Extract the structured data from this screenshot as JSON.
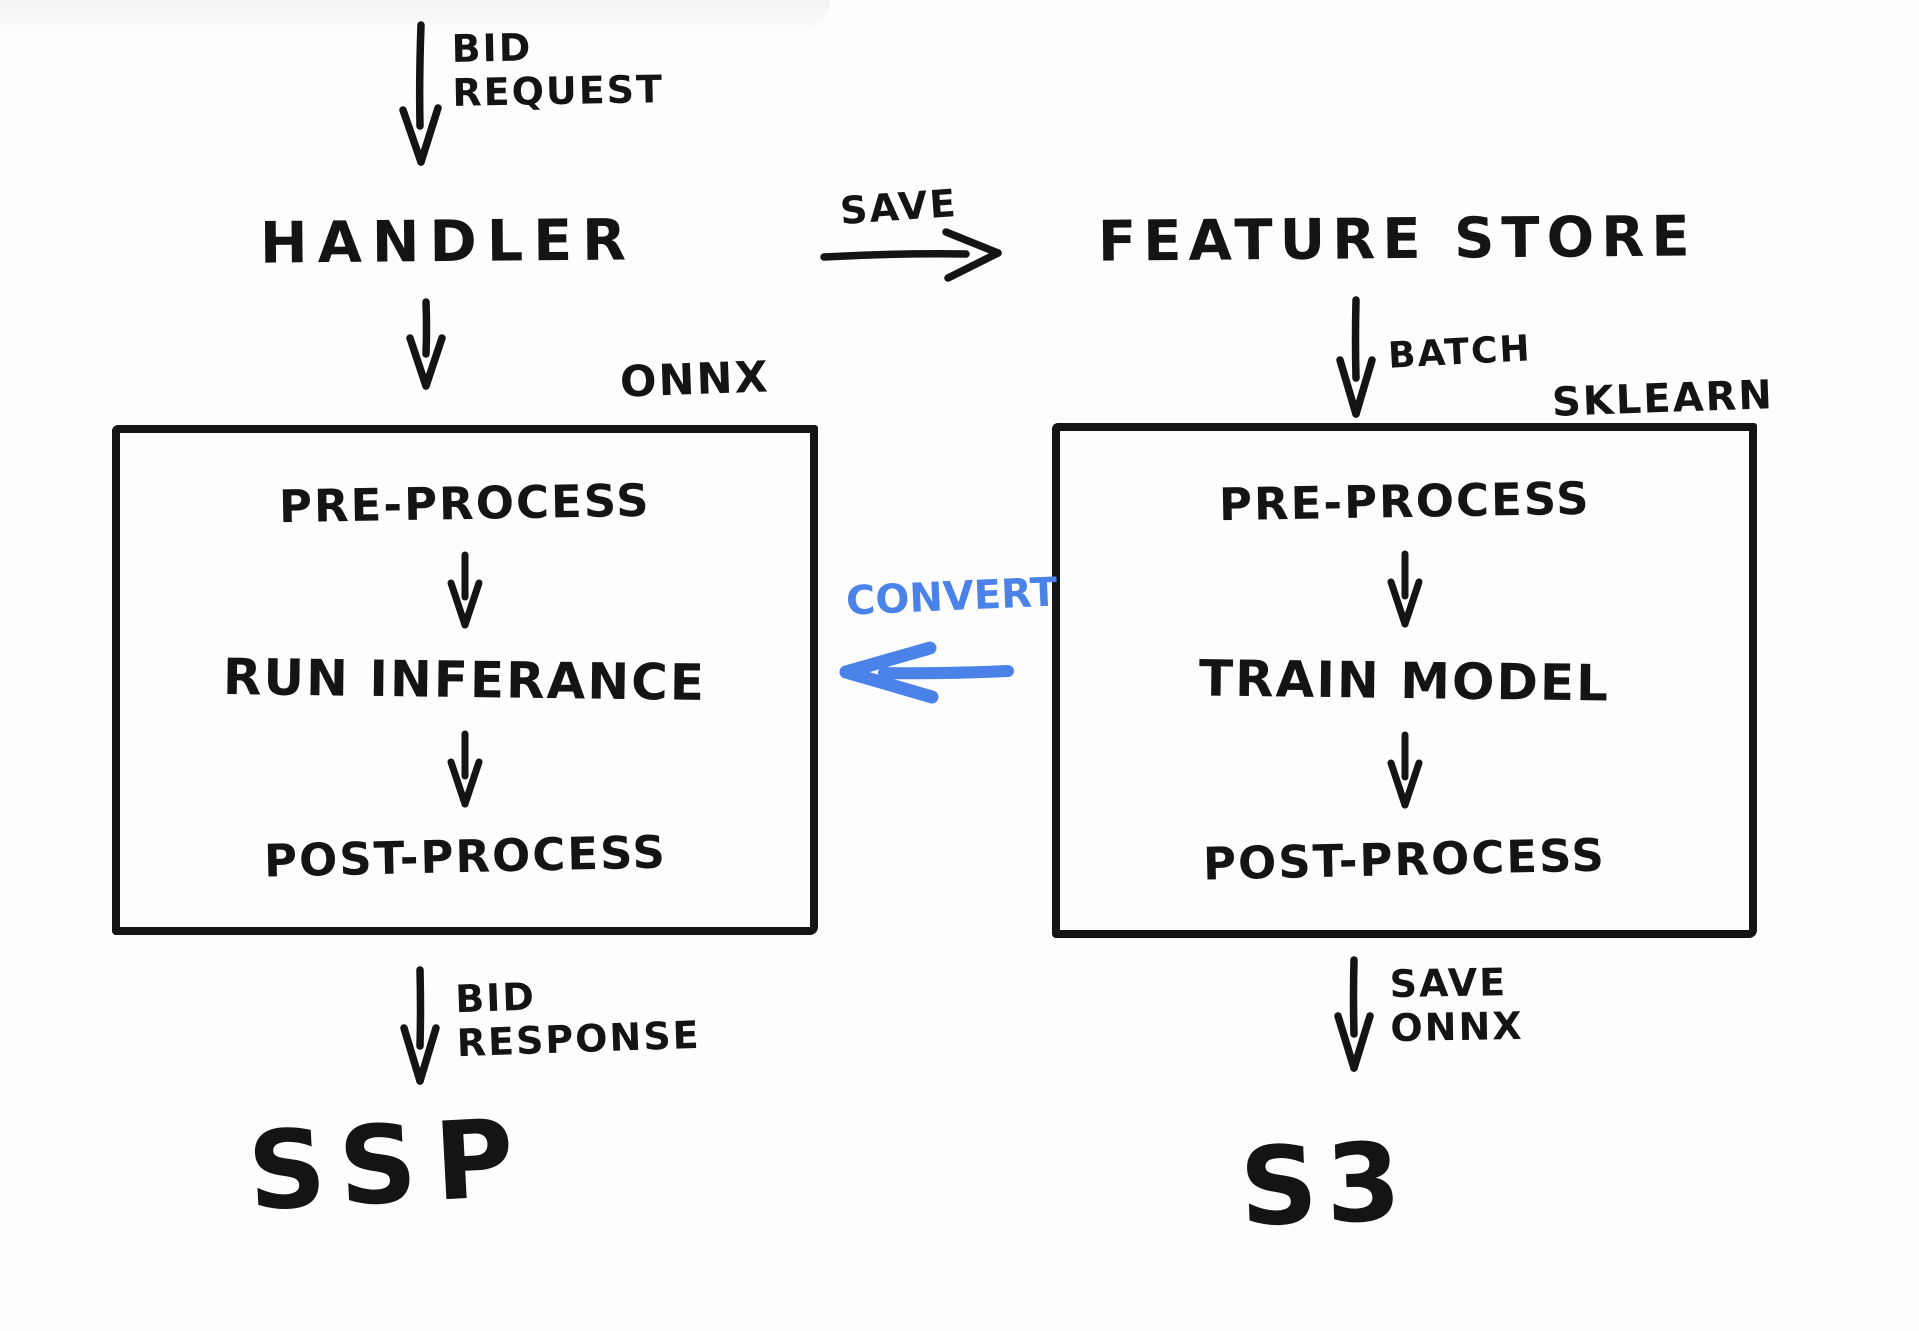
{
  "colors": {
    "ink": "#141414",
    "accent": "#4a82e8",
    "background": "#fdfdfd"
  },
  "flow": {
    "bid_request": {
      "line1": "BID",
      "line2": "REQUEST"
    },
    "handler": "HANDLER",
    "save": "SAVE",
    "feature_store": "FEATURE STORE",
    "batch": "BATCH",
    "convert": "CONVERT",
    "inference_box": {
      "tag": "ONNX",
      "steps": [
        "PRE-PROCESS",
        "RUN INFERANCE",
        "POST-PROCESS"
      ],
      "output": {
        "line1": "BID",
        "line2": "RESPONSE"
      },
      "destination": "SSP"
    },
    "training_box": {
      "tag": "SKLEARN",
      "steps": [
        "PRE-PROCESS",
        "TRAIN MODEL",
        "POST-PROCESS"
      ],
      "output": {
        "line1": "SAVE",
        "line2": "ONNX"
      },
      "destination": "S3"
    }
  }
}
